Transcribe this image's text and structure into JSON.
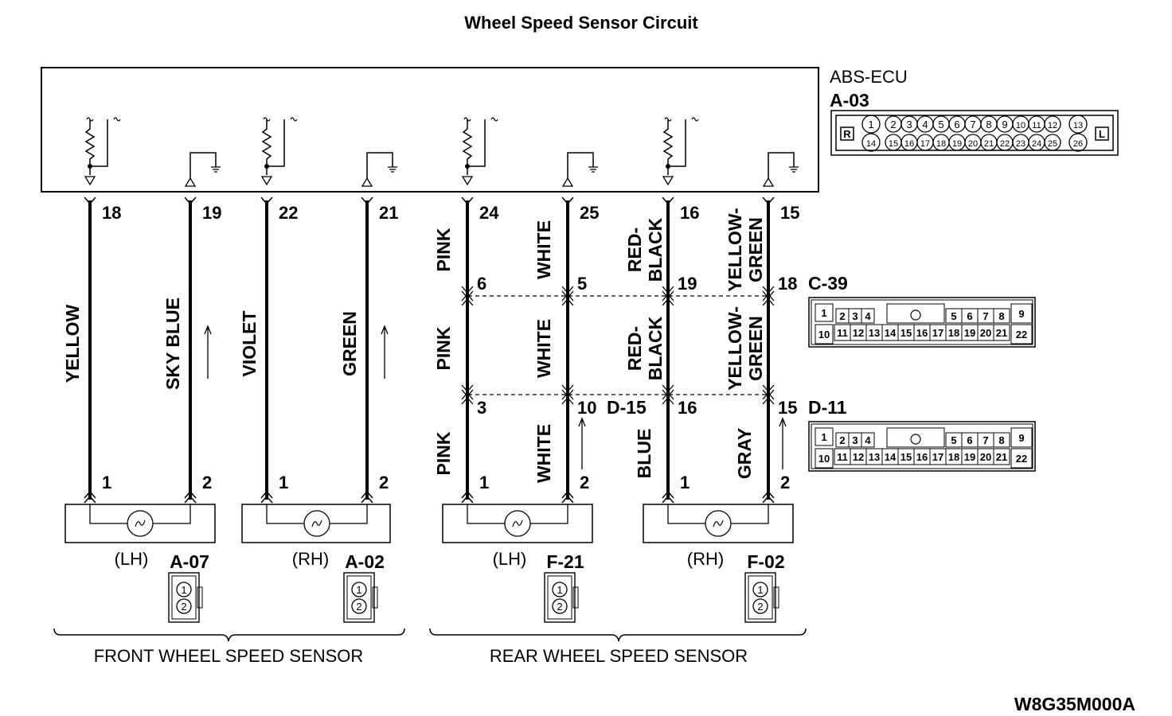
{
  "title": "Wheel Speed Sensor Circuit",
  "ecu": {
    "name": "ABS-ECU",
    "connector": "A-03",
    "pins_top": [
      "1",
      "2",
      "3",
      "4",
      "5",
      "6",
      "7",
      "8",
      "9",
      "10",
      "11",
      "12",
      "13"
    ],
    "pins_bottom": [
      "14",
      "15",
      "16",
      "17",
      "18",
      "19",
      "20",
      "21",
      "22",
      "23",
      "24",
      "25",
      "26"
    ],
    "left_mark": "R",
    "right_mark": "L"
  },
  "harness_connectors": [
    {
      "id": "C-39",
      "pins_top_left": [
        "1"
      ],
      "pins_top_a": [
        "2",
        "3",
        "4"
      ],
      "pins_top_b": [
        "5",
        "6",
        "7",
        "8"
      ],
      "pin_top_right": "9",
      "pin_bottom_left": "10",
      "pins_bottom": [
        "11",
        "12",
        "13",
        "14",
        "15",
        "16",
        "17",
        "18",
        "19",
        "20",
        "21"
      ],
      "pin_bottom_right": "22"
    },
    {
      "id": "D-11",
      "pins_top_left": [
        "1"
      ],
      "pins_top_a": [
        "2",
        "3",
        "4"
      ],
      "pins_top_b": [
        "5",
        "6",
        "7",
        "8"
      ],
      "pin_top_right": "9",
      "pin_bottom_left": "10",
      "pins_bottom": [
        "11",
        "12",
        "13",
        "14",
        "15",
        "16",
        "17",
        "18",
        "19",
        "20",
        "21"
      ],
      "pin_bottom_right": "22"
    }
  ],
  "mid_connector_label": "D-15",
  "wires": [
    {
      "ecu_pin": "18",
      "color": "YELLOW",
      "sensor_pin": "1"
    },
    {
      "ecu_pin": "19",
      "color": "SKY BLUE",
      "sensor_pin": "2"
    },
    {
      "ecu_pin": "22",
      "color": "VIOLET",
      "sensor_pin": "1"
    },
    {
      "ecu_pin": "21",
      "color": "GREEN",
      "sensor_pin": "2"
    },
    {
      "ecu_pin": "24",
      "color": "PINK",
      "c39_pin": "6",
      "mid_color": "PINK",
      "d_pin": "3",
      "low_color": "PINK",
      "sensor_pin": "1"
    },
    {
      "ecu_pin": "25",
      "color": "WHITE",
      "c39_pin": "5",
      "mid_color": "WHITE",
      "d_pin": "10",
      "low_color": "WHITE",
      "sensor_pin": "2"
    },
    {
      "ecu_pin": "16",
      "color": [
        "RED-",
        "BLACK"
      ],
      "c39_pin": "19",
      "mid_color": [
        "RED-",
        "BLACK"
      ],
      "d_pin": "16",
      "low_color": "BLUE",
      "sensor_pin": "1"
    },
    {
      "ecu_pin": "15",
      "color": [
        "YELLOW-",
        "GREEN"
      ],
      "c39_pin": "18",
      "mid_color": [
        "YELLOW-",
        "GREEN"
      ],
      "d_pin": "15",
      "low_color": "GRAY",
      "sensor_pin": "2"
    }
  ],
  "sensors": [
    {
      "side": "(LH)",
      "connector": "A-07",
      "pins": [
        "1",
        "2"
      ]
    },
    {
      "side": "(RH)",
      "connector": "A-02",
      "pins": [
        "1",
        "2"
      ]
    },
    {
      "side": "(LH)",
      "connector": "F-21",
      "pins": [
        "1",
        "2"
      ]
    },
    {
      "side": "(RH)",
      "connector": "F-02",
      "pins": [
        "1",
        "2"
      ]
    }
  ],
  "groups": {
    "front": "FRONT WHEEL SPEED SENSOR",
    "rear": "REAR WHEEL SPEED SENSOR"
  },
  "figure_code": "W8G35M000A"
}
